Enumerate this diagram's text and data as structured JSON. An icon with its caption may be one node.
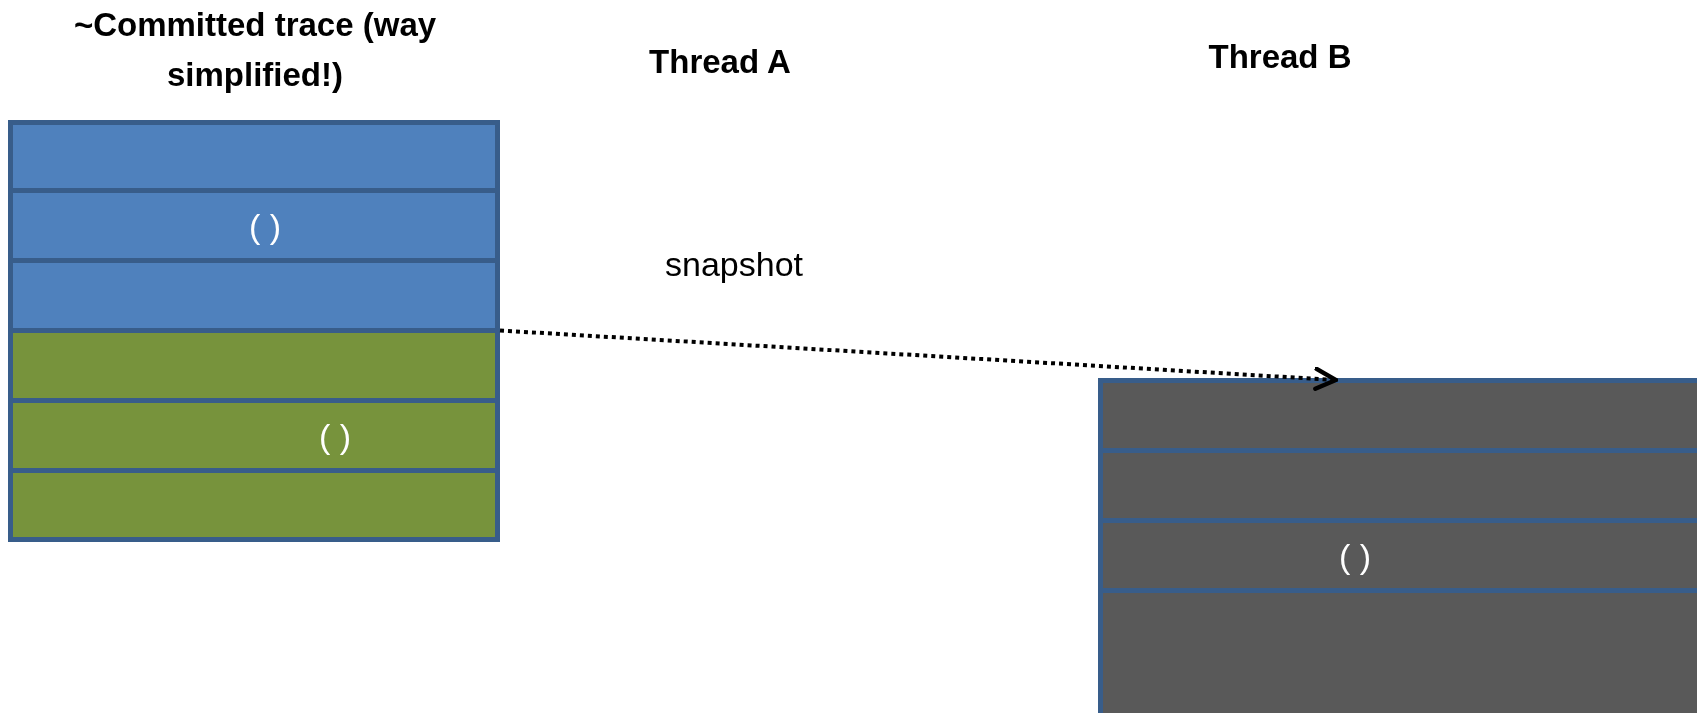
{
  "diagram": {
    "nodes": [
      {
        "text": [],
        "shape": "box"
      },
      {
        "text": [
          "( )"
        ]
      },
      {
        "text": [],
        "shape": "box"
      },
      {
        "text": [],
        "shape": "box"
      },
      {
        "text": [
          "( )"
        ]
      },
      {
        "text": [],
        "shape": "box"
      },
      {
        "text": [],
        "shape": "box"
      },
      {
        "text": [],
        "shape": "box"
      },
      {
        "text": [
          "( )"
        ]
      },
      {
        "text": [],
        "shape": "box"
      }
    ],
    "edges": [
      {
        "from": 2,
        "to": 6,
        "arrow": "to",
        "style": "dashed",
        "label": "snapshot"
      }
    ],
    "labels": [
      "~Committed trace (way simplified!)",
      "Thread A",
      "Thread B"
    ]
  }
}
